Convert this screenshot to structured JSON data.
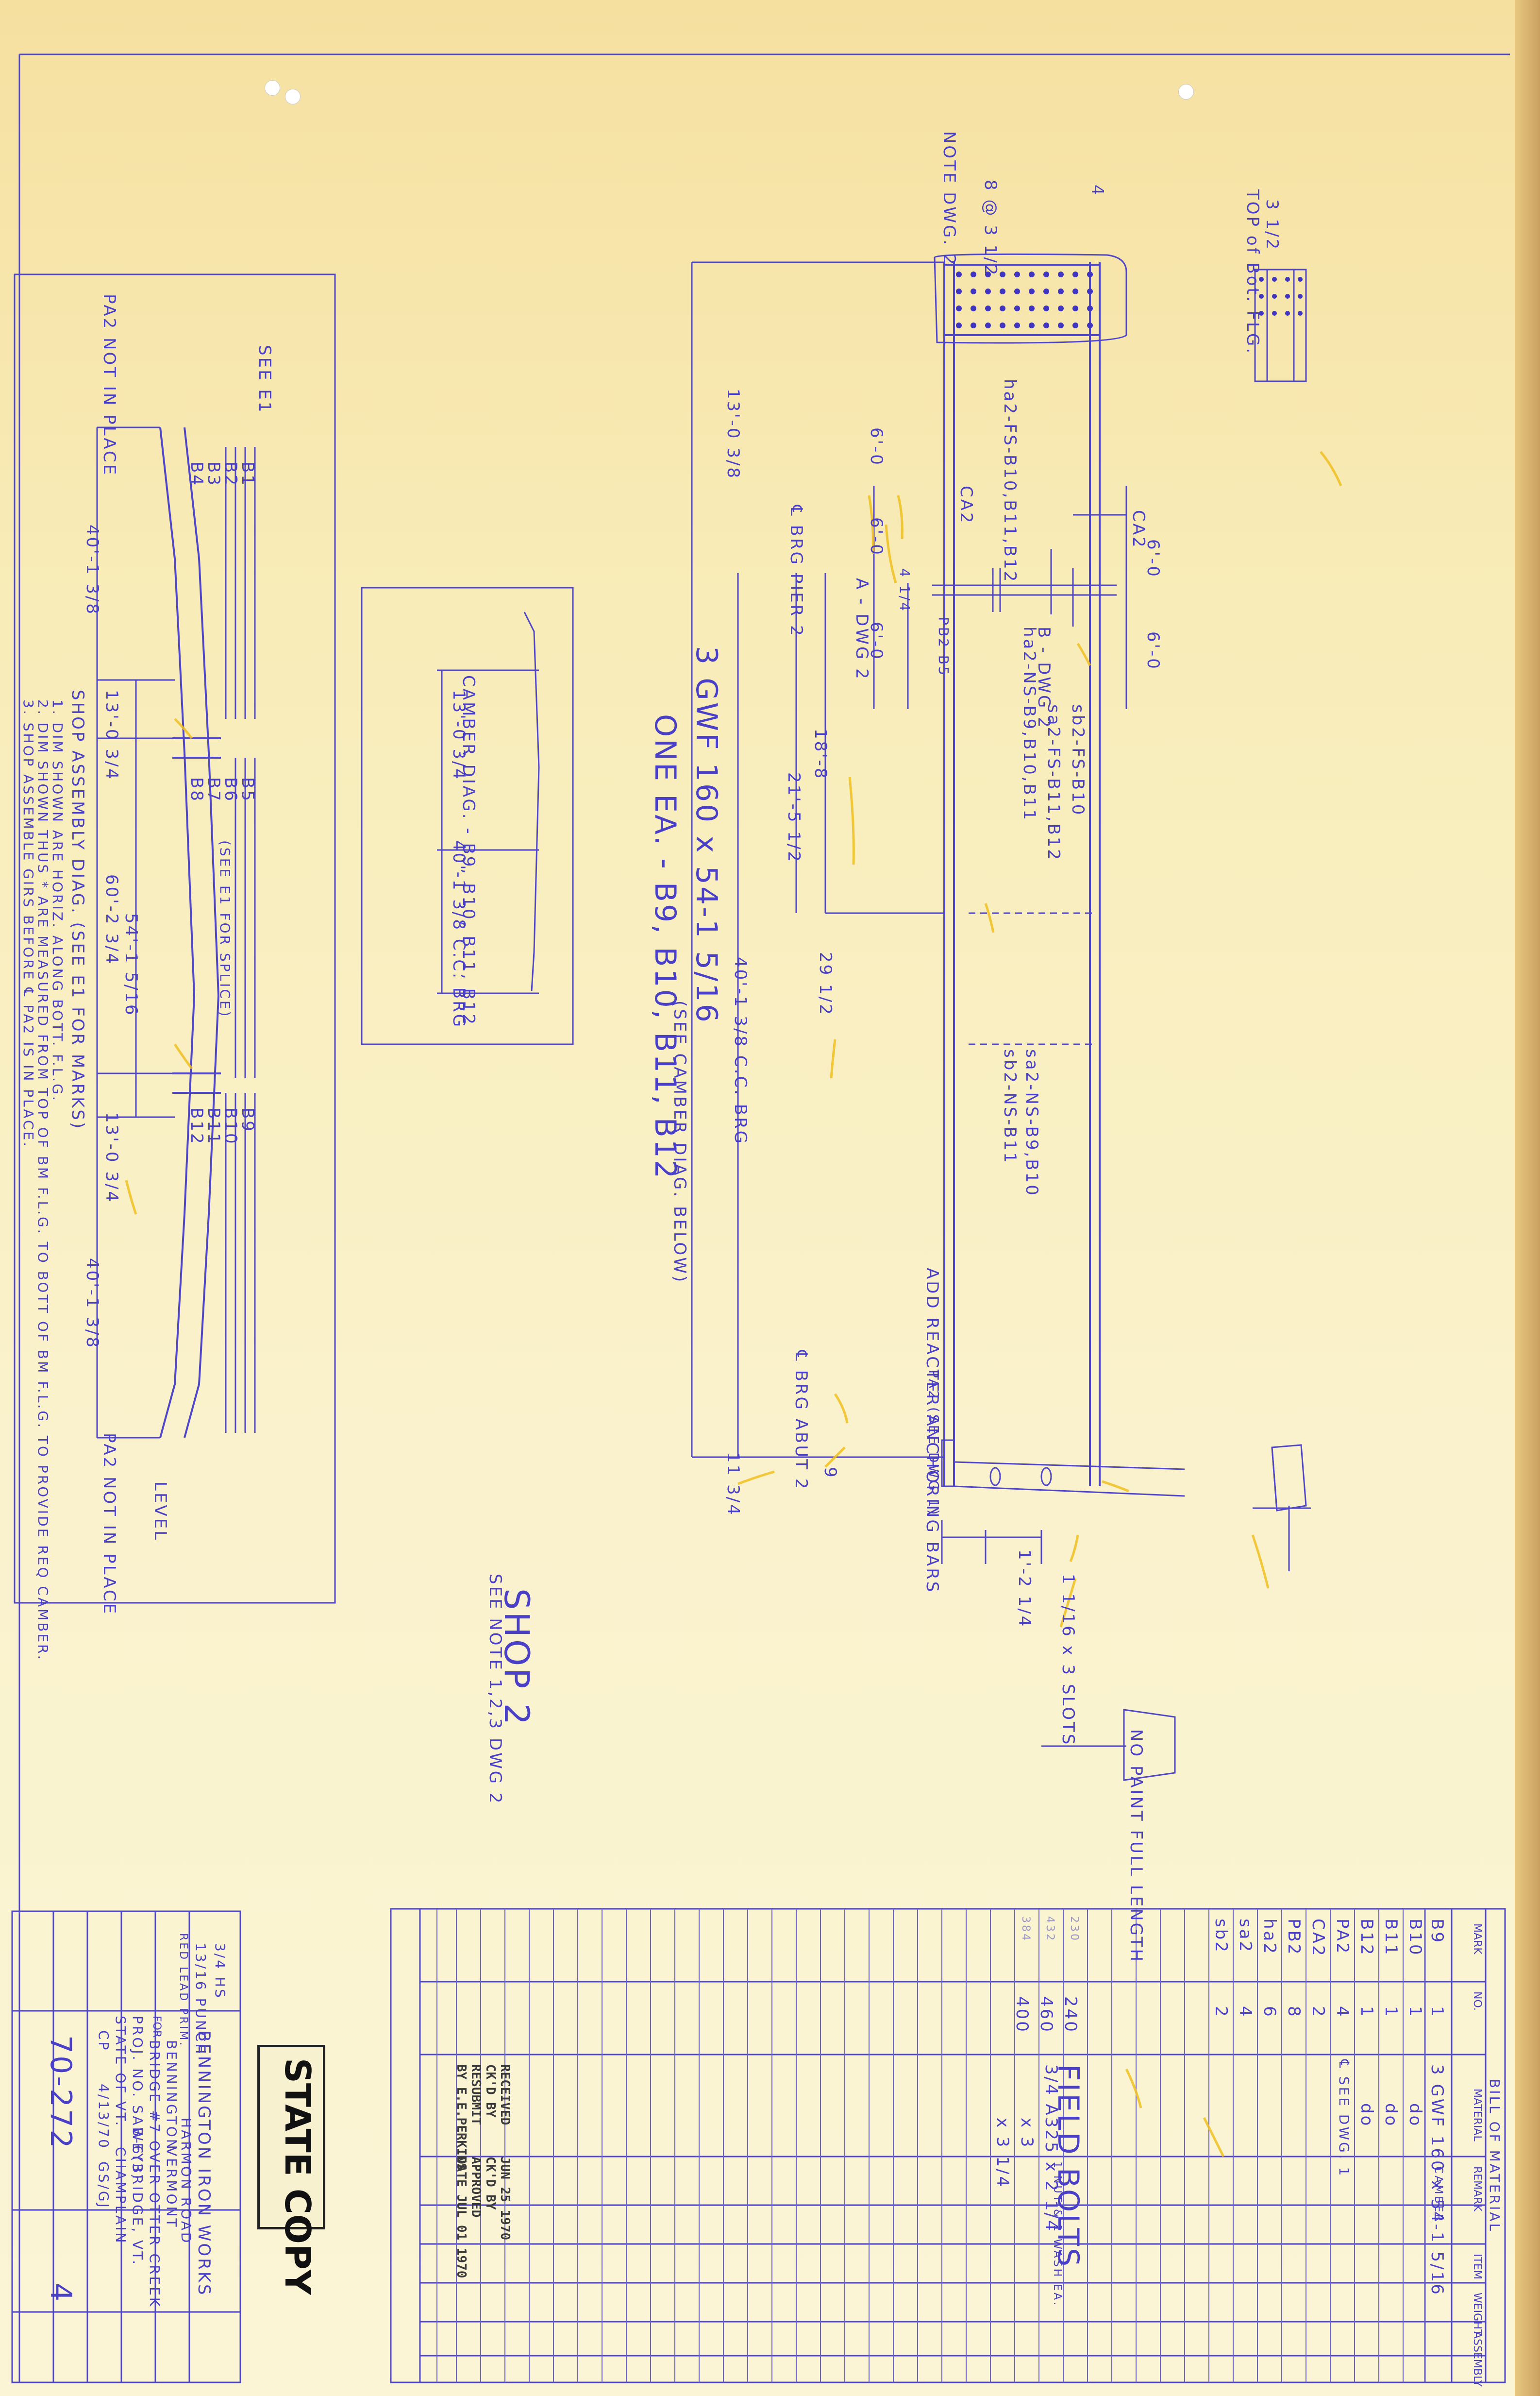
{
  "main_title": "3 GWF 160 x 54-1 5/16",
  "main_subtitle": "ONE EA. - B9, B10, B11, B12",
  "see_camber": "(SEE CAMBER DIAG. BELOW)",
  "shop_label": "SHOP 2",
  "shop_note": "SEE NOTE 1,2,3 DWG 2",
  "note_dwg": "NOTE DWG. 2",
  "top_of_bot_flg": "TOP of Bot. FLG.",
  "marks": {
    "bearing_pier": "℄ BRG PIER 2",
    "bearing_abut": "℄ BRG ABUT 2",
    "a_dwg": "A - DWG 2",
    "b_dwg": "B - DWG 2",
    "ha2": "ha2-FS-B10,B11,B12",
    "ha2ns": "ha2-NS-B9,B10,B11",
    "sb2fs": "sb2-FS-B10",
    "sa2fs": "sa2-FS-B11,B12",
    "sa2ns": "sa2-NS-B9,B10",
    "sb2ns": "sb2-NS-B11",
    "add_reacter": "ADD REACTER ANCHORING BARS",
    "pa2": "PA2 (SEE DWG 1)",
    "slots": "1 1/16 x 3 SLOTS",
    "ca2": "CA2",
    "pb2": "PB2 B5",
    "no_paint": "NO PAINT FULL LENGTH",
    "dim_13": "13'-0 3/8",
    "dim_18": "18'-8",
    "dim_21": "21'-5 1/2",
    "dim_40": "40'-1 3/8 C.C. BRG",
    "dim_29": "29 1/2",
    "dim_60": "6'-0",
    "dim_44": "4 1/4",
    "dim_11": "11 3/4",
    "dim_9": "9",
    "dim_124": "1'-2 1/4",
    "dim_4": "4",
    "dim_8": "8 @ 3 1/2",
    "dim_3": "3 1/2"
  },
  "camber": {
    "title": "CAMBER DIAG. - B9, B10, B11, B12",
    "dim1": "13'-0 3/4",
    "dim2": "40'-1 3/8 C.C. BRG"
  },
  "assembly": {
    "title": "SHOP ASSEMBLY DIAG. (SEE E1 FOR MARKS)",
    "note1": "1. DIM SHOWN ARE HORIZ. ALONG BOTT. F.L.G.",
    "note2": "2. DIM SHOWN THUS * ARE MEASURED FROM TOP OF BM F.L.G. TO BOTT OF BM F.L.G. TO PROVIDE REQ CAMBER.",
    "note3": "3. SHOP ASSEMBLE GIRS BEFORE ℄ PA2 IS IN PLACE.",
    "see_e1": "SEE E1",
    "pa2_not": "PA2 NOT IN PLACE",
    "pa2_not2": "PA2 NOT IN PLACE",
    "splice": "(SEE E1 FOR SPLICE)",
    "level": "LEVEL",
    "group1": [
      "B1",
      "B2",
      "B3",
      "B4"
    ],
    "group2": [
      "B5",
      "B6",
      "B7",
      "B8"
    ],
    "group3": [
      "B9",
      "B10",
      "B11",
      "B12"
    ],
    "dims": [
      "40'-1 3/8",
      "13'-0 3/4",
      "54'-1 5/16",
      "60'-2 3/4",
      "13'-0 3/4",
      "40'-1 3/8"
    ]
  },
  "bom": {
    "title": "BILL OF MATERIAL",
    "headers": [
      "MARK",
      "NO.",
      "MATERIAL",
      "REMARK",
      "ITEM",
      "WEIGHT",
      "ASSEMBLY"
    ],
    "rows": [
      {
        "mark": "B9",
        "no": "1",
        "material": "3 GWF 160 x 54-1 5/16",
        "remark": "CAMBER"
      },
      {
        "mark": "B10",
        "no": "1",
        "material": "do",
        "remark": ""
      },
      {
        "mark": "B11",
        "no": "1",
        "material": "do",
        "remark": ""
      },
      {
        "mark": "B12",
        "no": "1",
        "material": "do",
        "remark": ""
      },
      {
        "mark": "PA2",
        "no": "4",
        "material": "℄ SEE DWG. 1",
        "remark": ""
      },
      {
        "mark": "CA2",
        "no": "2",
        "material": "",
        "remark": ""
      },
      {
        "mark": "PB2",
        "no": "8",
        "material": "",
        "remark": ""
      },
      {
        "mark": "ha2",
        "no": "6",
        "material": "",
        "remark": ""
      },
      {
        "mark": "sa2",
        "no": "4",
        "material": "",
        "remark": ""
      },
      {
        "mark": "sb2",
        "no": "2",
        "material": "",
        "remark": ""
      }
    ],
    "field_bolts": "FIELD BOLTS",
    "bolts": [
      {
        "qty": "240",
        "orig": "230",
        "size": "3/4 A325 x 2 1/4",
        "remark": "1 NUT & 1 WASH EA."
      },
      {
        "qty": "460",
        "orig": "432",
        "size": "x 3",
        "remark": ""
      },
      {
        "qty": "400",
        "orig": "384",
        "size": "x 3 1/4",
        "remark": ""
      }
    ]
  },
  "received": {
    "received": "RECEIVED",
    "date": "JUN 25 1970",
    "ckd_by": "CK'D BY",
    "ckd_by2": "CK'D BY",
    "resubmit": "RESUBMIT",
    "approved": "APPROVED",
    "by": "BY E.E.PERKINS",
    "date2": "DATE JUL 01 1970"
  },
  "stamp": "STATE COPY",
  "title_block": {
    "company": "BENNINGTON IRON WORKS",
    "address": "HARMON ROAD",
    "city": "BENNINGTON",
    "state": "VERMONT",
    "bolt_size": "3/4 HS",
    "hole_size": "13/16 PUNCH",
    "paint": "RED LEAD PRIM.",
    "for": "FOR",
    "bridge": "BRIDGE #7 OVER OTTER CREEK",
    "project": "PROJ. NO. SAB-6(3)",
    "location": "WEYBRIDGE, VT.",
    "owner": "STATE OF VT.",
    "contractor": "CHAMPLAIN",
    "drawn_by": "CP",
    "date": "4/13/70",
    "checked_by": "GS/GJ",
    "job_no": "70-272",
    "sheet_no": "4"
  }
}
